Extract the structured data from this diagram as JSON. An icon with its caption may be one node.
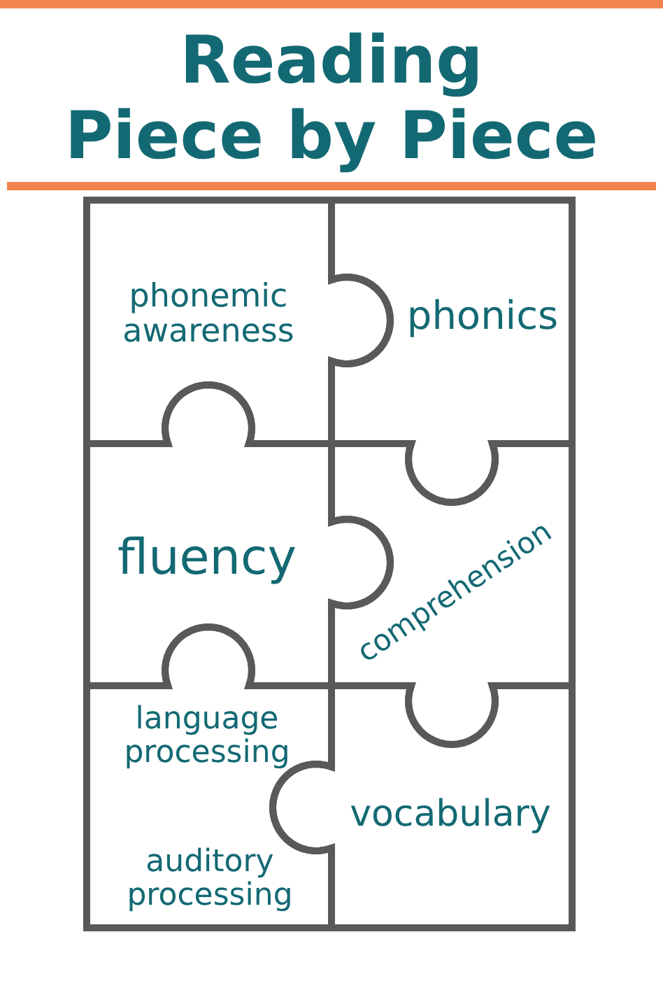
{
  "diagram": {
    "title": "Reading Piece by Piece",
    "nodes": [
      {
        "text": [
          "phonemic awareness"
        ]
      },
      {
        "text": [
          "phonics"
        ]
      },
      {
        "text": [
          "fluency"
        ]
      },
      {
        "text": [
          "comprehension"
        ]
      },
      {
        "text": [
          "language processing",
          "auditory processing"
        ]
      },
      {
        "text": [
          "vocabulary"
        ]
      }
    ]
  }
}
